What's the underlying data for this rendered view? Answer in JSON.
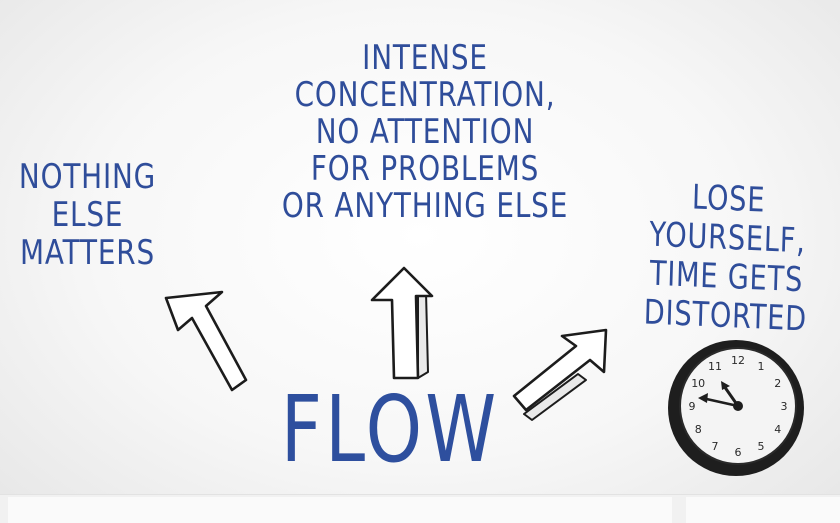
{
  "labels": {
    "intense": "INTENSE\nCONCENTRATION,\nNO ATTENTION\nFOR PROBLEMS\nOR ANYTHING ELSE",
    "nothing": "NOTHING\nELSE\nMATTERS",
    "lose": "LOSE\nYOURSELF,\nTIME GETS\nDISTORTED",
    "flow": "FLOW"
  },
  "clock": {
    "numbers": [
      "1",
      "2",
      "3",
      "4",
      "5",
      "6",
      "7",
      "8",
      "9",
      "10",
      "11",
      "12"
    ]
  },
  "colors": {
    "text_blue": "#2f4d9a",
    "ink": "#1c1c1c"
  }
}
